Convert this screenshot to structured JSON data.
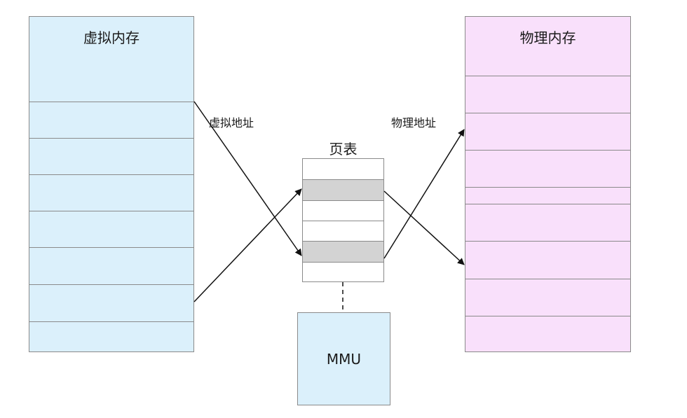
{
  "virtual_memory": {
    "title": "虚拟内存"
  },
  "physical_memory": {
    "title": "物理内存"
  },
  "page_table": {
    "title": "页表"
  },
  "mmu": {
    "label": "MMU"
  },
  "arrows": {
    "virtual_address_label": "虚拟地址",
    "physical_address_label": "物理地址"
  },
  "colors": {
    "virtual_fill": "#dbf0fb",
    "physical_fill": "#f9e0fb",
    "page_entry_highlight": "#d3d3d3",
    "border": "#8a8a8a",
    "arrow": "#111111"
  }
}
